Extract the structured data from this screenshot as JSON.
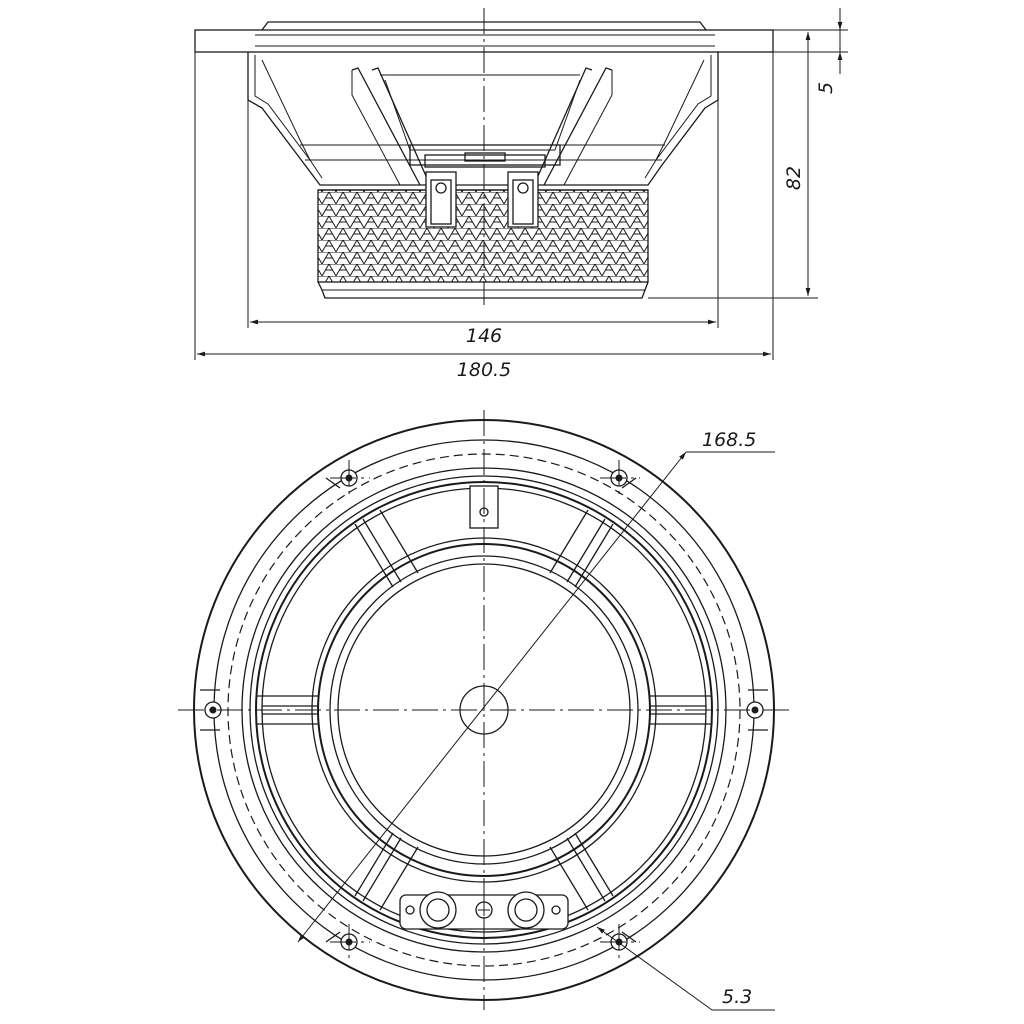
{
  "dimensions": {
    "flange_thickness": "5",
    "depth": "82",
    "body_width": "146",
    "overall_width": "180.5",
    "outer_diameter": "168.5",
    "hole_diameter": "5.3"
  }
}
